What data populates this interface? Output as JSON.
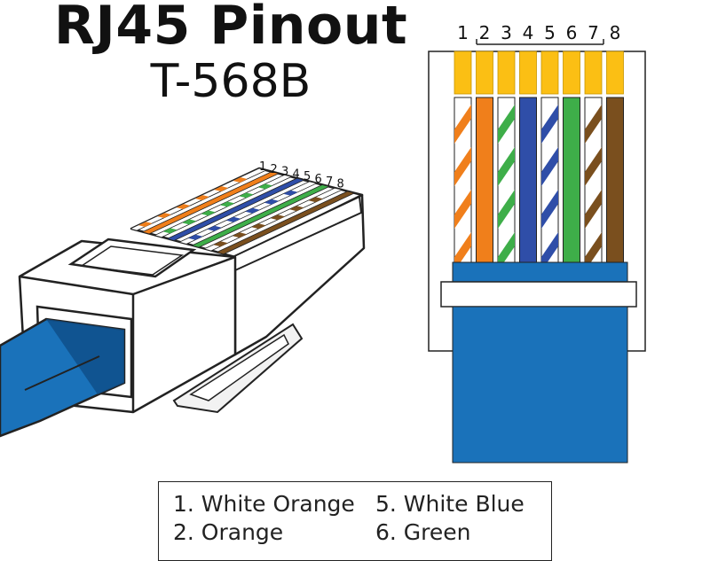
{
  "title": "RJ45 Pinout",
  "subtitle": "T-568B",
  "colors": {
    "orange": "#f07f1b",
    "green": "#3eae49",
    "blue": "#2f4ea8",
    "brown": "#7a4f1e",
    "gold": "#fbbf14",
    "cable_blue": "#1a72ba",
    "cable_dark": "#0f4f8a"
  },
  "pins": [
    "1",
    "2",
    "3",
    "4",
    "5",
    "6",
    "7",
    "8"
  ],
  "wires": [
    {
      "pin": "1",
      "color": "orange",
      "striped": true
    },
    {
      "pin": "2",
      "color": "orange",
      "striped": false
    },
    {
      "pin": "3",
      "color": "green",
      "striped": true
    },
    {
      "pin": "4",
      "color": "blue",
      "striped": false
    },
    {
      "pin": "5",
      "color": "blue",
      "striped": true
    },
    {
      "pin": "6",
      "color": "green",
      "striped": false
    },
    {
      "pin": "7",
      "color": "brown",
      "striped": true
    },
    {
      "pin": "8",
      "color": "brown",
      "striped": false
    }
  ],
  "legend": {
    "item1": "1. White Orange",
    "item2": "2. Orange",
    "item5": "5. White Blue",
    "item6": "6. Green"
  }
}
